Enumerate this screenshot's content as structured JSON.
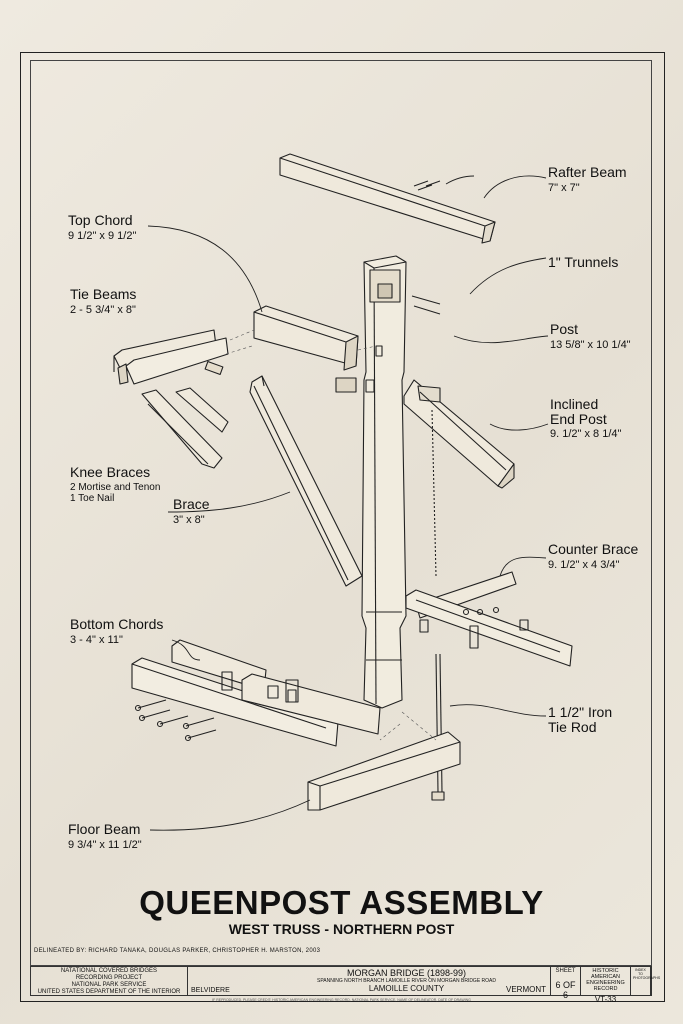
{
  "labels": {
    "rafter_beam": {
      "name": "Rafter Beam",
      "dim": "7\" x 7\""
    },
    "trunnels": {
      "name": "1\" Trunnels"
    },
    "top_chord": {
      "name": "Top Chord",
      "dim": "9 1/2\" x 9 1/2\""
    },
    "tie_beams": {
      "name": "Tie Beams",
      "dim": "2 - 5 3/4\" x 8\""
    },
    "post": {
      "name": "Post",
      "dim": "13 5/8\" x 10 1/4\""
    },
    "inclined_end_post": {
      "name1": "Inclined",
      "name2": "End Post",
      "dim": "9. 1/2\" x 8 1/4\""
    },
    "knee_braces": {
      "name": "Knee Braces",
      "sub1": "2 Mortise and Tenon",
      "sub2": "1 Toe Nail"
    },
    "brace": {
      "name": "Brace",
      "dim": "3\" x 8\""
    },
    "counter_brace": {
      "name": "Counter Brace",
      "dim": "9. 1/2\" x 4 3/4\""
    },
    "bottom_chords": {
      "name": "Bottom Chords",
      "dim": "3 - 4\" x 11\""
    },
    "iron_tie_rod": {
      "name1": "1 1/2\" Iron",
      "name2": "Tie Rod"
    },
    "floor_beam": {
      "name": "Floor Beam",
      "dim": "9 3/4\" x 11 1/2\""
    }
  },
  "title": "QUEENPOST ASSEMBLY",
  "subtitle": "WEST TRUSS - NORTHERN POST",
  "delineated_by": "DELINEATED BY: RICHARD TANAKA, DOUGLAS PARKER, CHRISTOPHER H. MARSTON, 2003",
  "title_block": {
    "agency_lines": [
      "NATATIONAL COVERED BRIDGES",
      "RECORDING PROJECT",
      "NATIONAL PARK SERVICE",
      "UNITED STATES DEPARTMENT OF THE INTERIOR"
    ],
    "location": "BELVIDERE",
    "bridge_name": "MORGAN BRIDGE (1898-99)",
    "description": "SPANNING NORTH BRANCH LAMOILLE RIVER ON MORGAN BRIDGE ROAD",
    "county": "LAMOILLE COUNTY",
    "state": "VERMONT",
    "sheet_label": "SHEET",
    "sheet_number": "6 OF 6",
    "record_label": "HISTORIC AMERICAN ENGINEERING RECORD",
    "record_number": "VT-33",
    "drawn_note": "INDEX TO PHOTOGRAPHS"
  },
  "copyright_note": "IF REPRODUCED, PLEASE CREDIT: HISTORIC AMERICAN ENGINEERING RECORD, NATIONAL PARK SERVICE, NAME OF DELINEATOR, DATE OF DRAWING"
}
